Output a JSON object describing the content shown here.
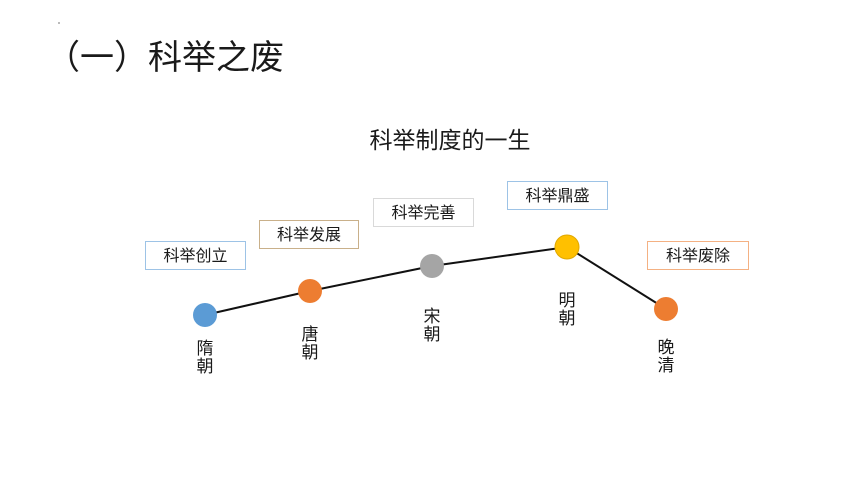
{
  "slide": {
    "title": "（一）科举之废"
  },
  "diagram": {
    "title": "科举制度的一生",
    "line_color": "#111111",
    "stages": [
      {
        "label": "科举创立",
        "dynasty": "隋朝",
        "color": "#5B9BD5",
        "border": "#9DC3E6"
      },
      {
        "label": "科举发展",
        "dynasty": "唐朝",
        "color": "#ED7D31",
        "border": "#C9B08A"
      },
      {
        "label": "科举完善",
        "dynasty": "宋朝",
        "color": "#A5A5A5",
        "border": "#D9D9D9"
      },
      {
        "label": "科举鼎盛",
        "dynasty": "明朝",
        "color": "#FFC000",
        "border": "#9DC3E6"
      },
      {
        "label": "科举废除",
        "dynasty": "晚清",
        "color": "#ED7D31",
        "border": "#F4B183"
      }
    ]
  }
}
